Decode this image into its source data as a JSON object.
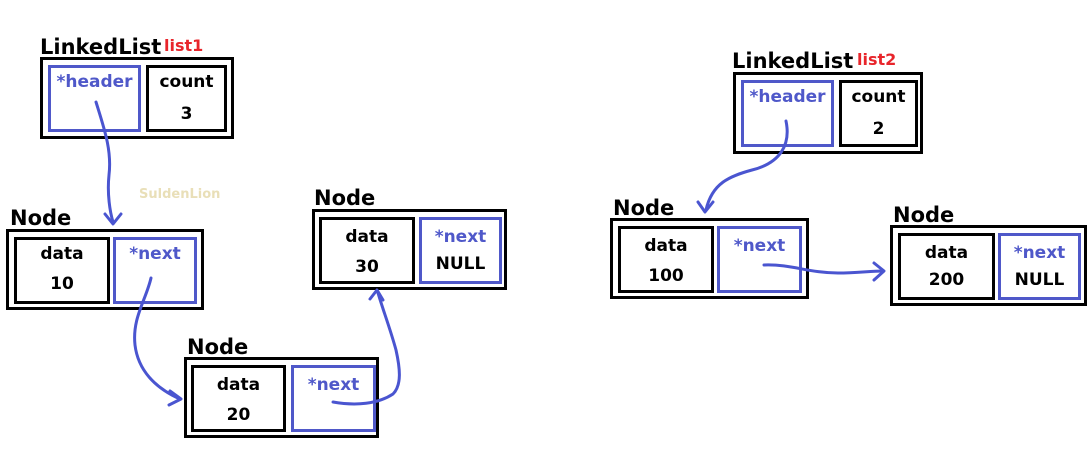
{
  "list1": {
    "title": "LinkedList",
    "tag": "list1",
    "header_label": "*header",
    "count_label": "count",
    "count_value": "3"
  },
  "list2": {
    "title": "LinkedList",
    "tag": "list2",
    "header_label": "*header",
    "count_label": "count",
    "count_value": "2"
  },
  "watermark": "SuldenLion",
  "nodes": [
    {
      "title": "Node",
      "data_label": "data",
      "data_value": "10",
      "next_label": "*next",
      "next_value": ""
    },
    {
      "title": "Node",
      "data_label": "data",
      "data_value": "20",
      "next_label": "*next",
      "next_value": ""
    },
    {
      "title": "Node",
      "data_label": "data",
      "data_value": "30",
      "next_label": "*next",
      "next_value": "NULL"
    },
    {
      "title": "Node",
      "data_label": "data",
      "data_value": "100",
      "next_label": "*next",
      "next_value": ""
    },
    {
      "title": "Node",
      "data_label": "data",
      "data_value": "200",
      "next_label": "*next",
      "next_value": "NULL"
    }
  ],
  "colors": {
    "pointer": "#4f58c9",
    "tag": "#e8252b",
    "watermark": "#e9dfb8"
  }
}
